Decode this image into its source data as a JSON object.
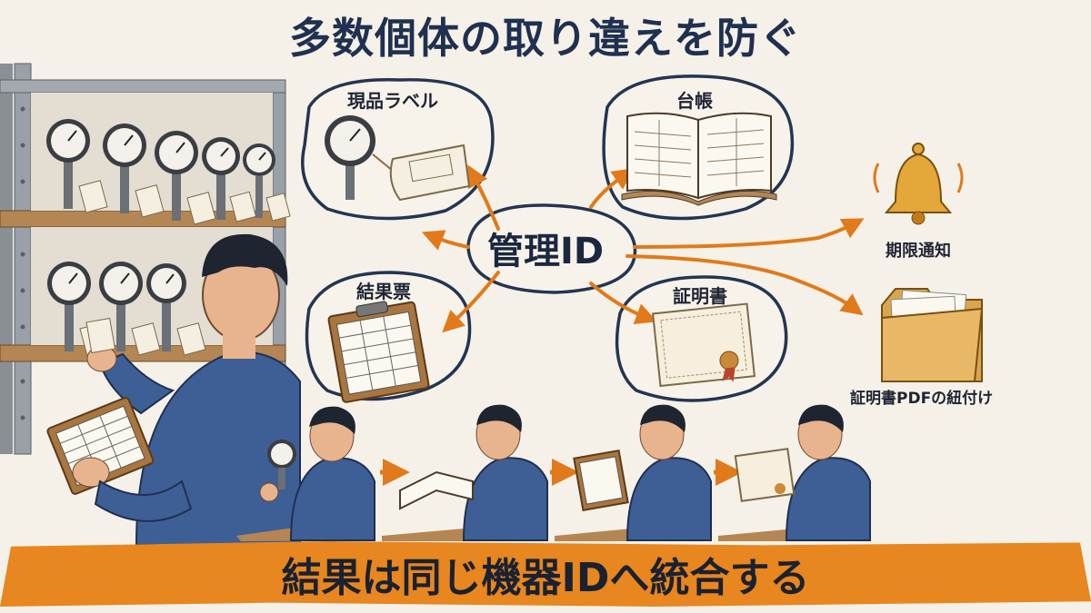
{
  "title": "多数個体の取り違えを防ぐ",
  "hub": "管理ID",
  "nodes": {
    "label": "現品ラベル",
    "ledger": "台帳",
    "result_sheet": "結果票",
    "certificate": "証明書",
    "deadline": "期限通知",
    "pdf": "証明書PDFの紐付け"
  },
  "banner": "結果は同じ機器IDへ統合する",
  "colors": {
    "arrow": "#e07a1a",
    "navy": "#1f3050",
    "bubble_stroke": "#243552",
    "banner": "#e8861f"
  }
}
